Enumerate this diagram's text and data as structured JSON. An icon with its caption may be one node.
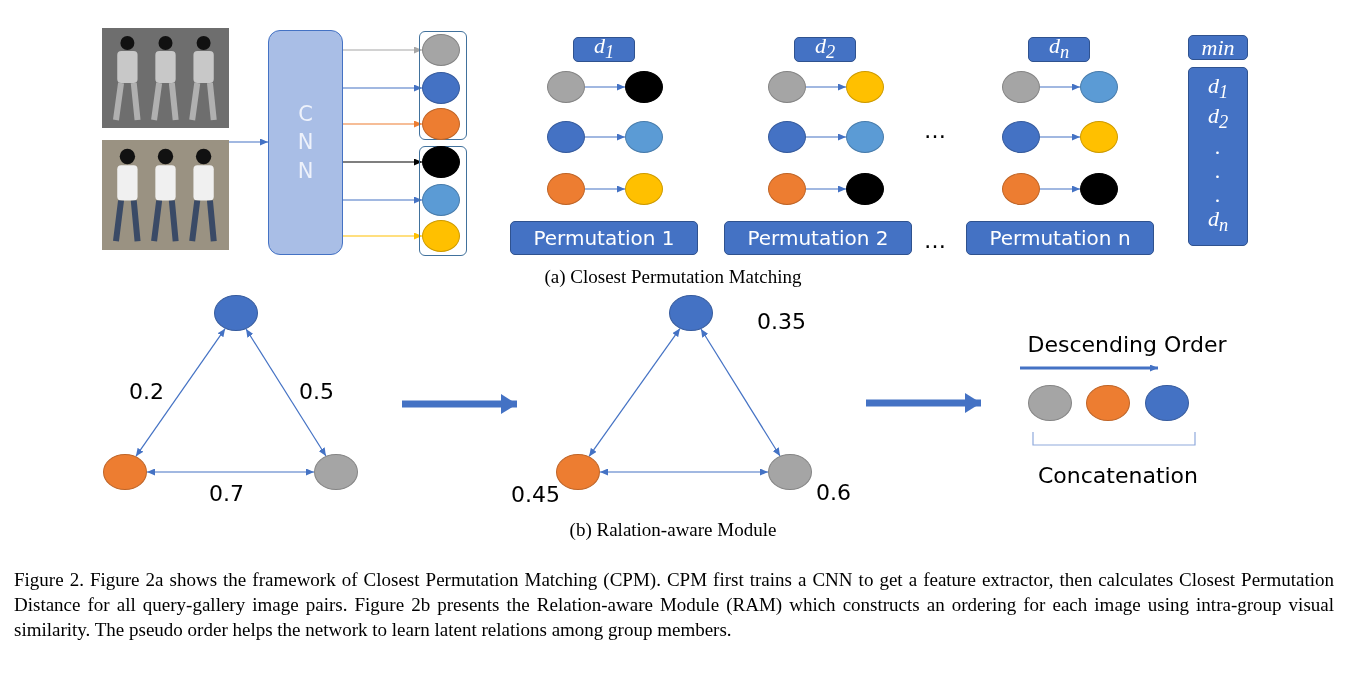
{
  "diagram": {
    "caption": "Figure 2. Figure 2a shows the framework of Closest Permutation Matching (CPM). CPM first trains a CNN to get a feature extractor, then calculates Closest Permutation Distance for all query-gallery image pairs. Figure 2b presents the Relation-aware Module (RAM) which constructs an ordering for each image using intra-group visual similarity. The pseudo order helps the network to learn latent relations among group members.",
    "nodes": [
      {
        "text": [],
        "shape": "picture"
      },
      {
        "text": [],
        "shape": "picture"
      },
      {
        "text": [
          "CNN"
        ]
      },
      {
        "text": [],
        "shape": "box"
      },
      {
        "text": [],
        "shape": "circle",
        "in": 3
      },
      {
        "text": [],
        "shape": "circle",
        "in": 3
      },
      {
        "text": [],
        "shape": "circle",
        "in": 3
      },
      {
        "text": [],
        "shape": "box"
      },
      {
        "text": [],
        "shape": "circle",
        "in": 7
      },
      {
        "text": [],
        "shape": "circle",
        "in": 7
      },
      {
        "text": [],
        "shape": "circle",
        "in": 7
      },
      {
        "text": [
          "d$_{1}$"
        ]
      },
      {
        "text": [],
        "shape": "circle"
      },
      {
        "text": [],
        "shape": "circle"
      },
      {
        "text": [],
        "shape": "circle"
      },
      {
        "text": [],
        "shape": "circle"
      },
      {
        "text": [],
        "shape": "circle"
      },
      {
        "text": [],
        "shape": "circle"
      },
      {
        "text": [
          "Permutation 1"
        ]
      },
      {
        "text": [
          "d$_{2}$"
        ]
      },
      {
        "text": [],
        "shape": "circle"
      },
      {
        "text": [],
        "shape": "circle"
      },
      {
        "text": [],
        "shape": "circle"
      },
      {
        "text": [],
        "shape": "circle"
      },
      {
        "text": [],
        "shape": "circle"
      },
      {
        "text": [],
        "shape": "circle"
      },
      {
        "text": [
          "Permutation 2"
        ]
      },
      {
        "text": [
          "d$_{n}$"
        ]
      },
      {
        "text": [],
        "shape": "circle"
      },
      {
        "text": [],
        "shape": "circle"
      },
      {
        "text": [],
        "shape": "circle"
      },
      {
        "text": [],
        "shape": "circle"
      },
      {
        "text": [],
        "shape": "circle"
      },
      {
        "text": [],
        "shape": "circle"
      },
      {
        "text": [
          "Permutation n"
        ]
      },
      {
        "text": [
          "min"
        ]
      },
      {
        "text": [
          "d$_{1}$",
          "d$_{2}$",
          ".",
          ".",
          ".",
          "d$_{n}$"
        ]
      },
      {
        "text": [],
        "shape": "circle"
      },
      {
        "text": [],
        "shape": "circle"
      },
      {
        "text": [],
        "shape": "circle"
      },
      {
        "text": [],
        "shape": "circle"
      },
      {
        "text": [],
        "shape": "circle",
        "beside": [
          "0.45"
        ]
      },
      {
        "text": [],
        "shape": "circle",
        "beside": [
          "0.6"
        ]
      },
      {
        "text": [],
        "shape": "circle"
      },
      {
        "text": [],
        "shape": "circle"
      },
      {
        "text": [],
        "shape": "circle"
      }
    ],
    "edges": [
      {
        "from": 1,
        "to": 2,
        "arrow": "to"
      },
      {
        "from": 2,
        "to": 4,
        "arrow": "to",
        "color": "#a6a6a6"
      },
      {
        "from": 2,
        "to": 5,
        "arrow": "to"
      },
      {
        "from": 2,
        "to": 6,
        "arrow": "to",
        "color": "#ed7d31"
      },
      {
        "from": 2,
        "to": 8,
        "arrow": "to",
        "color": "#000000"
      },
      {
        "from": 2,
        "to": 9,
        "arrow": "to"
      },
      {
        "from": 2,
        "to": 10,
        "arrow": "to",
        "color": "#ffc000"
      },
      {
        "from": 12,
        "to": 13,
        "arrow": "to"
      },
      {
        "from": 14,
        "to": 15,
        "arrow": "to"
      },
      {
        "from": 16,
        "to": 17,
        "arrow": "to"
      },
      {
        "from": 20,
        "to": 21,
        "arrow": "to"
      },
      {
        "from": 22,
        "to": 23,
        "arrow": "to"
      },
      {
        "from": 24,
        "to": 25,
        "arrow": "to"
      },
      {
        "from": 28,
        "to": 29,
        "arrow": "to"
      },
      {
        "from": 30,
        "to": 31,
        "arrow": "to"
      },
      {
        "from": 32,
        "to": 33,
        "arrow": "to"
      },
      {
        "from": 37,
        "to": 38,
        "arrow": "both",
        "label": "0.2"
      },
      {
        "from": 37,
        "to": 39,
        "arrow": "both",
        "label": "0.5"
      },
      {
        "from": 38,
        "to": 39,
        "arrow": "both",
        "label": "0.7"
      },
      {
        "from": 40,
        "to": 41,
        "arrow": "both"
      },
      {
        "from": 40,
        "to": 42,
        "arrow": "both"
      },
      {
        "from": 41,
        "to": 42,
        "arrow": "both"
      }
    ],
    "labels": [
      "…",
      "…",
      "(a) Closest Permutation Matching",
      "0.35",
      "Descending Order",
      "Concatenation",
      "(b) Ralation-aware Module"
    ]
  }
}
